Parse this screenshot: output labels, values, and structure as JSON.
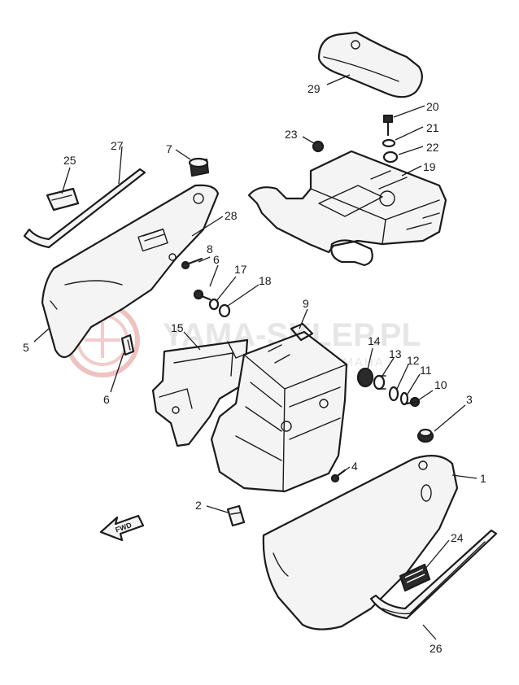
{
  "watermark": {
    "text": "YAMA-SKLEP.PL",
    "subtext": "WYJĄTKOWY DEALER YAMAHA",
    "logo_color": "#e8a7a7"
  },
  "direction_marker": {
    "label": "FWD",
    "icon": "forward-arrow-icon"
  },
  "callouts": [
    {
      "id": "c1",
      "label": "1"
    },
    {
      "id": "c2",
      "label": "2"
    },
    {
      "id": "c3",
      "label": "3"
    },
    {
      "id": "c4",
      "label": "4"
    },
    {
      "id": "c5",
      "label": "5"
    },
    {
      "id": "c6a",
      "label": "6"
    },
    {
      "id": "c6b",
      "label": "6"
    },
    {
      "id": "c7",
      "label": "7"
    },
    {
      "id": "c8",
      "label": "8"
    },
    {
      "id": "c9",
      "label": "9"
    },
    {
      "id": "c10",
      "label": "10"
    },
    {
      "id": "c11",
      "label": "11"
    },
    {
      "id": "c12",
      "label": "12"
    },
    {
      "id": "c13",
      "label": "13"
    },
    {
      "id": "c14",
      "label": "14"
    },
    {
      "id": "c15",
      "label": "15"
    },
    {
      "id": "c17",
      "label": "17"
    },
    {
      "id": "c18",
      "label": "18"
    },
    {
      "id": "c19",
      "label": "19"
    },
    {
      "id": "c20",
      "label": "20"
    },
    {
      "id": "c21",
      "label": "21"
    },
    {
      "id": "c22",
      "label": "22"
    },
    {
      "id": "c23",
      "label": "23"
    },
    {
      "id": "c24",
      "label": "24"
    },
    {
      "id": "c25",
      "label": "25"
    },
    {
      "id": "c26",
      "label": "26"
    },
    {
      "id": "c27",
      "label": "27"
    },
    {
      "id": "c28",
      "label": "28"
    },
    {
      "id": "c29",
      "label": "29"
    }
  ]
}
